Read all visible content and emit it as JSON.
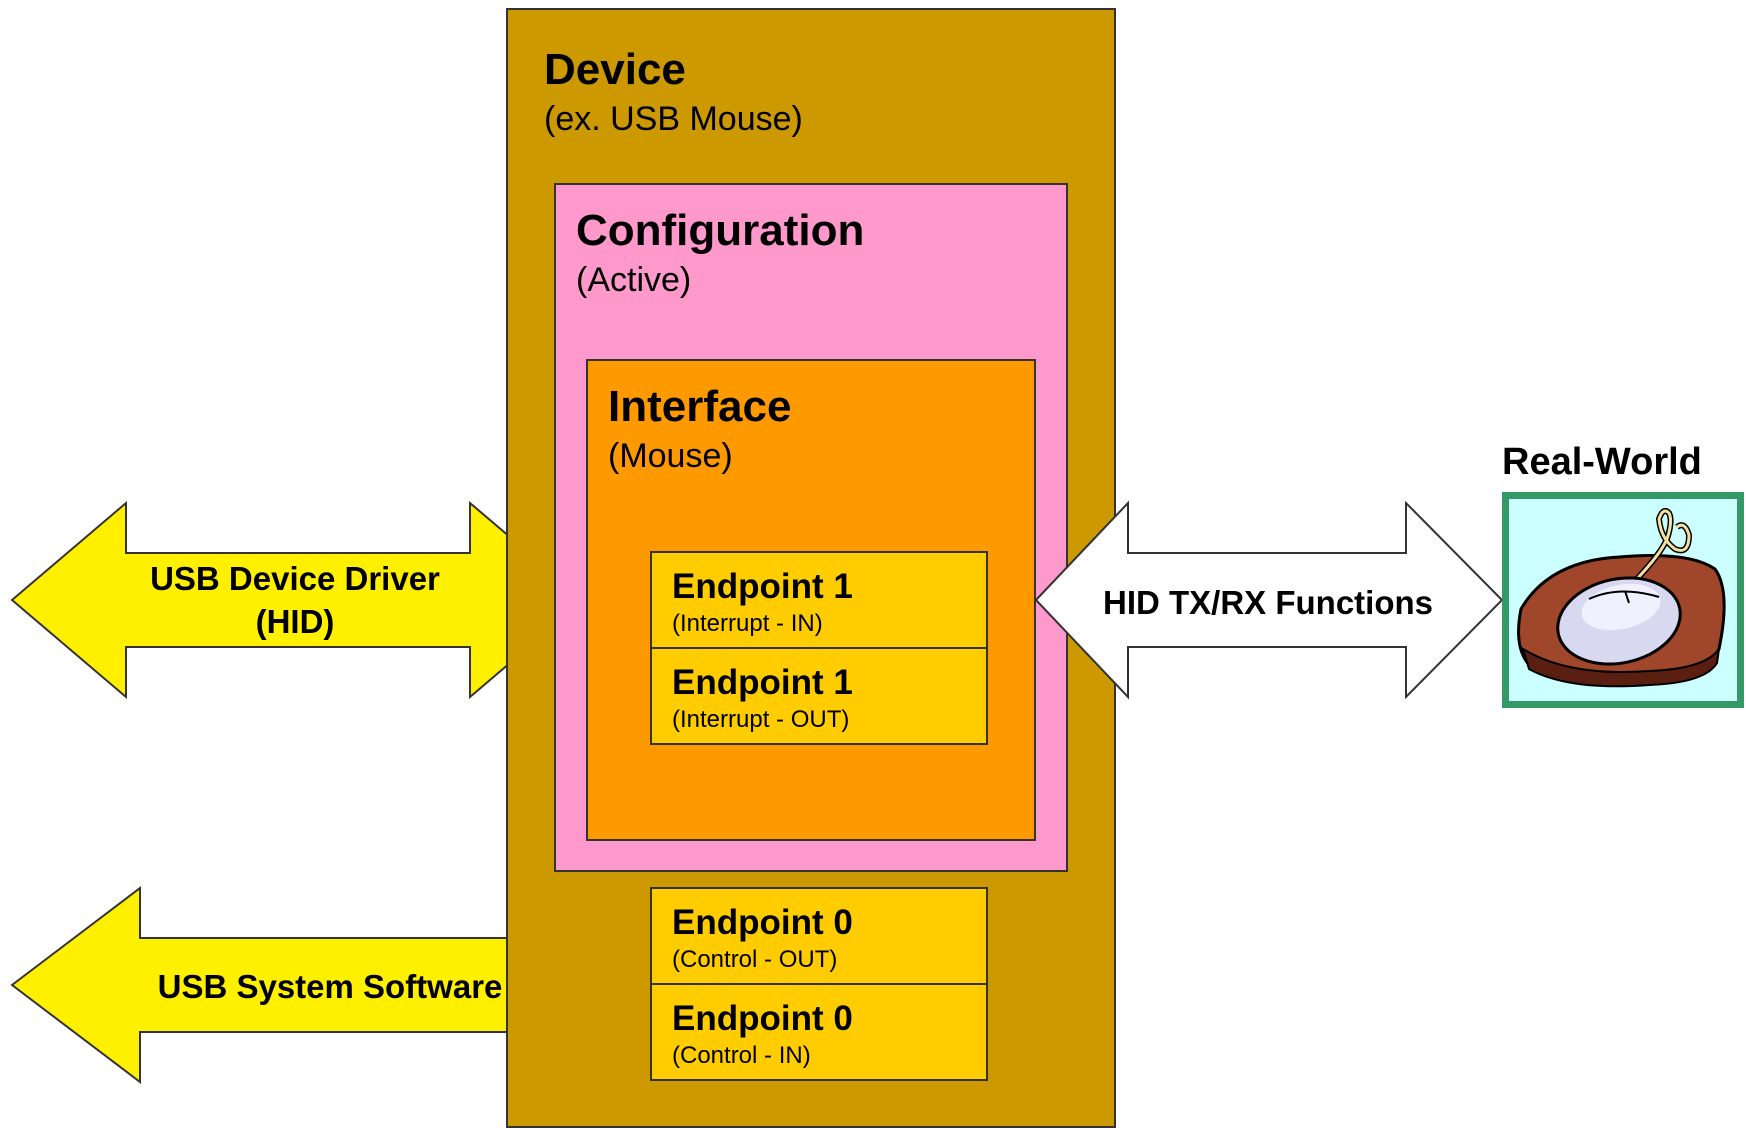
{
  "device": {
    "title": "Device",
    "subtitle": "(ex. USB Mouse)"
  },
  "configuration": {
    "title": "Configuration",
    "subtitle": "(Active)"
  },
  "interface": {
    "title": "Interface",
    "subtitle": "(Mouse)"
  },
  "endpoints": [
    {
      "title": "Endpoint 1",
      "subtitle": "(Interrupt - IN)"
    },
    {
      "title": "Endpoint 1",
      "subtitle": "(Interrupt - OUT)"
    },
    {
      "title": "Endpoint 0",
      "subtitle": "(Control - OUT)"
    },
    {
      "title": "Endpoint 0",
      "subtitle": "(Control - IN)"
    }
  ],
  "arrows": {
    "driver": {
      "line1": "USB Device Driver",
      "line2": "(HID)"
    },
    "system": {
      "label": "USB System Software"
    },
    "hid": {
      "label": "HID TX/RX Functions"
    }
  },
  "real_world": {
    "label": "Real-World",
    "icon": "mouse-on-pad-icon"
  },
  "colors": {
    "device": "#CC9900",
    "configuration": "#FF99CC",
    "interface": "#FF9900",
    "endpoint": "#FFCC00",
    "yellow_arrow": "#FFF000",
    "frame_green": "#339966",
    "frame_fill": "#CCFFFF"
  }
}
